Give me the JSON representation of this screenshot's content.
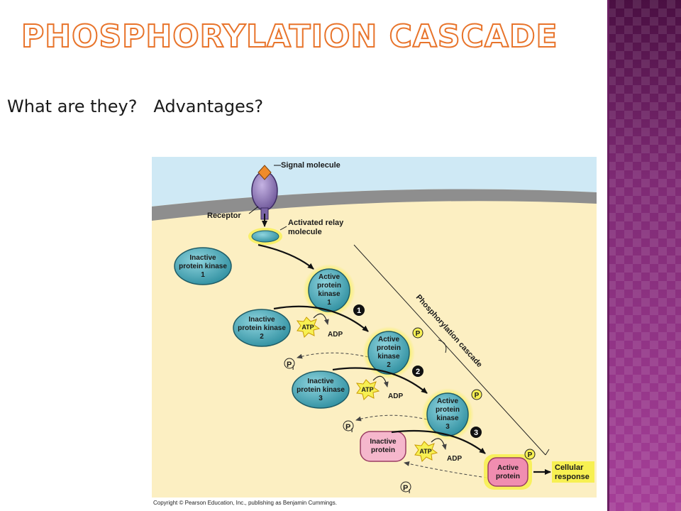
{
  "slide": {
    "title": "Phosphorylation Cascade",
    "subtitle": "What are they?   Advantages?"
  },
  "figure": {
    "signal_molecule": "Signal molecule",
    "receptor": "Receptor",
    "relay_line1": "Activated relay",
    "relay_line2": "molecule",
    "inactive_kinase_1": [
      "Inactive",
      "protein kinase",
      "1"
    ],
    "active_kinase_1": [
      "Active",
      "protein",
      "kinase",
      "1"
    ],
    "inactive_kinase_2": [
      "Inactive",
      "protein kinase",
      "2"
    ],
    "active_kinase_2": [
      "Active",
      "protein",
      "kinase",
      "2"
    ],
    "inactive_kinase_3": [
      "Inactive",
      "protein kinase",
      "3"
    ],
    "active_kinase_3": [
      "Active",
      "protein",
      "kinase",
      "3"
    ],
    "inactive_protein": [
      "Inactive",
      "protein"
    ],
    "active_protein": [
      "Active",
      "protein"
    ],
    "atp": "ATP",
    "adp": "ADP",
    "phosphate": "P",
    "phosphate_sub": "i",
    "step_1": "1",
    "step_2": "2",
    "step_3": "3",
    "cascade_label": "Phosphorylation cascade",
    "response_line1": "Cellular",
    "response_line2": "response"
  },
  "copyright": "Copyright © Pearson Education, Inc., publishing as Benjamin Cummings.",
  "colors": {
    "title_outline": "#e8742b",
    "side_panel": "#8c2c82",
    "cytoplasm": "#fcefc2",
    "extracellular": "#cfe9f5",
    "membrane": "#8e8e8e",
    "kinase_teal": "#4fb0bf",
    "active_glow": "#f4ec4a",
    "inactive_protein": "#f5b7cc",
    "active_protein": "#f08db0"
  }
}
